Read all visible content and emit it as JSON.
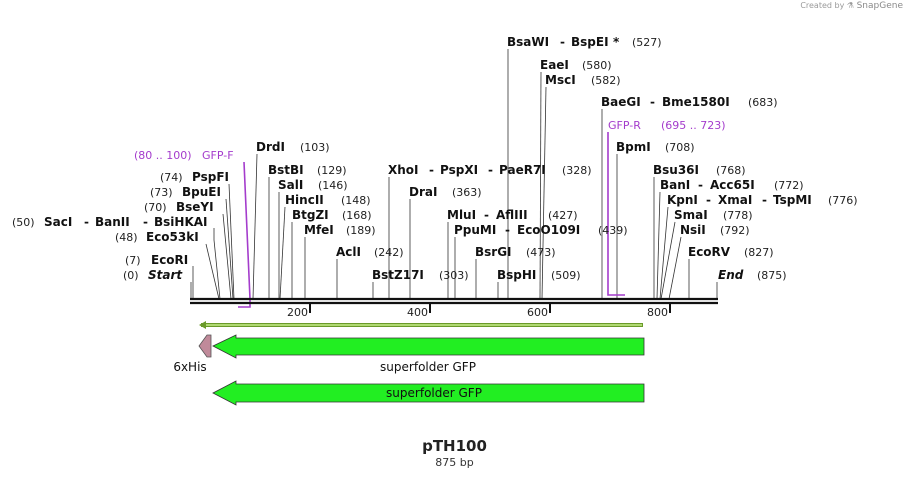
{
  "credit": {
    "prefix": "Created by",
    "brand": "SnapGene"
  },
  "plasmid": {
    "name": "pTH100",
    "length_label": "875 bp"
  },
  "enzymes": [
    {
      "text": "SacI",
      "pos": "(50)",
      "site": 50
    },
    {
      "text": "BanII",
      "pos": "",
      "site": 50
    },
    {
      "text": "BsiHKAI",
      "pos": "",
      "site": 50
    },
    {
      "text": "Eco53kI",
      "pos": "(48)",
      "site": 48
    },
    {
      "text": "EcoRI",
      "pos": "(7)",
      "site": 7
    },
    {
      "text": "Start",
      "pos": "(0)",
      "site": 0
    },
    {
      "text": "BseYI",
      "pos": "(70)",
      "site": 70
    },
    {
      "text": "BpuEI",
      "pos": "(73)",
      "site": 73
    },
    {
      "text": "PspFI",
      "pos": "(74)",
      "site": 74
    },
    {
      "text": "DrdI",
      "pos": "(103)",
      "site": 103
    },
    {
      "text": "BstBI",
      "pos": "(129)",
      "site": 129
    },
    {
      "text": "SalI",
      "pos": "(146)",
      "site": 146
    },
    {
      "text": "HincII",
      "pos": "(148)",
      "site": 148
    },
    {
      "text": "BtgZI",
      "pos": "(168)",
      "site": 168
    },
    {
      "text": "MfeI",
      "pos": "(189)",
      "site": 189
    },
    {
      "text": "AclI",
      "pos": "(242)",
      "site": 242
    },
    {
      "text": "BstZ17I",
      "pos": "(303)",
      "site": 303
    },
    {
      "text": "XhoI",
      "pos": "",
      "site": 328
    },
    {
      "text": "PspXI",
      "pos": "",
      "site": 328
    },
    {
      "text": "PaeR7I",
      "pos": "(328)",
      "site": 328
    },
    {
      "text": "DraI",
      "pos": "(363)",
      "site": 363
    },
    {
      "text": "MluI",
      "pos": "",
      "site": 427
    },
    {
      "text": "AflIII",
      "pos": "(427)",
      "site": 427
    },
    {
      "text": "PpuMI",
      "pos": "",
      "site": 439
    },
    {
      "text": "EcoO109I",
      "pos": "(439)",
      "site": 439
    },
    {
      "text": "BsrGI",
      "pos": "(473)",
      "site": 473
    },
    {
      "text": "BspHI",
      "pos": "(509)",
      "site": 509
    },
    {
      "text": "BsaWI",
      "pos": "",
      "site": 527
    },
    {
      "text": "BspEI",
      "pos": "(527)",
      "site": 527
    },
    {
      "text": "EaeI",
      "pos": "(580)",
      "site": 580
    },
    {
      "text": "MscI",
      "pos": "(582)",
      "site": 582
    },
    {
      "text": "BaeGI",
      "pos": "",
      "site": 683
    },
    {
      "text": "Bme1580I",
      "pos": "(683)",
      "site": 683
    },
    {
      "text": "BpmI",
      "pos": "(708)",
      "site": 708
    },
    {
      "text": "Bsu36I",
      "pos": "(768)",
      "site": 768
    },
    {
      "text": "BanI",
      "pos": "",
      "site": 772
    },
    {
      "text": "Acc65I",
      "pos": "(772)",
      "site": 772
    },
    {
      "text": "KpnI",
      "pos": "",
      "site": 776
    },
    {
      "text": "XmaI",
      "pos": "",
      "site": 776
    },
    {
      "text": "TspMI",
      "pos": "(776)",
      "site": 776
    },
    {
      "text": "SmaI",
      "pos": "(778)",
      "site": 778
    },
    {
      "text": "NsiI",
      "pos": "(792)",
      "site": 792
    },
    {
      "text": "EcoRV",
      "pos": "(827)",
      "site": 827
    },
    {
      "text": "End",
      "pos": "(875)",
      "site": 875
    }
  ],
  "separators": [
    "-",
    "-",
    "-",
    "-",
    "-",
    "-",
    "-",
    "-",
    "-",
    "-",
    "-",
    "-",
    "-"
  ],
  "methylation_mark": "*",
  "primers": [
    {
      "name": "GFP-F",
      "range": "(80 .. 100)",
      "start": 80,
      "end": 100,
      "direction": "forward"
    },
    {
      "name": "GFP-R",
      "range": "(695 .. 723)",
      "start": 695,
      "end": 723,
      "direction": "reverse"
    }
  ],
  "axis": {
    "ticks": [
      "200",
      "400",
      "600",
      "800"
    ],
    "tick_values": [
      200,
      400,
      600,
      800
    ]
  },
  "features": [
    {
      "name": "6xHis",
      "start": 0,
      "end": 18,
      "color": "#c08a9a",
      "direction": "reverse"
    },
    {
      "name": "superfolder GFP",
      "start": 21,
      "end": 750,
      "color": "#22ee22",
      "direction": "reverse"
    }
  ],
  "translation": {
    "name": "superfolder GFP",
    "start": 21,
    "end": 750,
    "color": "#22ee22",
    "direction": "reverse"
  },
  "orf": {
    "start": 0,
    "end": 750,
    "color": "#8bd04a"
  }
}
